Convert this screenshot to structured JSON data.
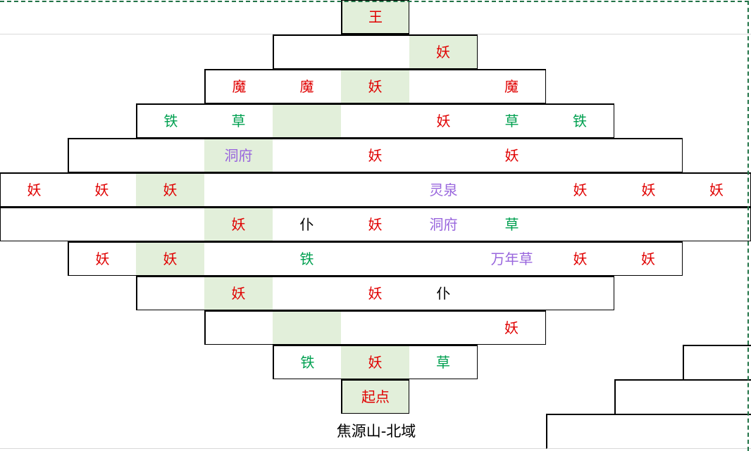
{
  "map": {
    "caption": "焦源山-北域",
    "legend": {
      "王": "#e00000",
      "魔": "#e00000",
      "妖": "#e00000",
      "起点": "#e00000",
      "铁": "#00a050",
      "草": "#00a050",
      "洞府": "#9966dd",
      "灵泉": "#9966dd",
      "万年草": "#9966dd",
      "仆": "#000000"
    },
    "rows": [
      [
        "",
        "",
        "",
        "",
        "",
        "王",
        "",
        "",
        "",
        "",
        ""
      ],
      [
        "",
        "",
        "",
        "",
        "",
        "",
        "妖",
        "",
        "",
        "",
        ""
      ],
      [
        "",
        "",
        "",
        "魔",
        "魔",
        "妖",
        "",
        "魔",
        "",
        "",
        ""
      ],
      [
        "",
        "",
        "铁",
        "草",
        "",
        "",
        "妖",
        "草",
        "铁",
        "",
        ""
      ],
      [
        "",
        "",
        "",
        "洞府",
        "",
        "妖",
        "",
        "妖",
        "",
        "",
        ""
      ],
      [
        "妖",
        "妖",
        "妖",
        "",
        "",
        "",
        "灵泉",
        "",
        "妖",
        "妖",
        "妖"
      ],
      [
        "",
        "",
        "",
        "妖",
        "仆",
        "妖",
        "洞府",
        "草",
        "",
        "",
        ""
      ],
      [
        "",
        "妖",
        "妖",
        "",
        "铁",
        "",
        "",
        "万年草",
        "妖",
        "妖",
        ""
      ],
      [
        "",
        "",
        "",
        "妖",
        "",
        "妖",
        "仆",
        "",
        "",
        "",
        ""
      ],
      [
        "",
        "",
        "",
        "",
        "",
        "",
        "",
        "妖",
        "",
        "",
        ""
      ],
      [
        "",
        "",
        "",
        "",
        "铁",
        "妖",
        "草",
        "",
        "",
        "",
        ""
      ],
      [
        "",
        "",
        "",
        "",
        "",
        "起点",
        "",
        "",
        "",
        "",
        ""
      ],
      [
        "",
        "",
        "",
        "",
        "",
        "",
        "",
        "",
        "",
        "",
        ""
      ]
    ]
  }
}
